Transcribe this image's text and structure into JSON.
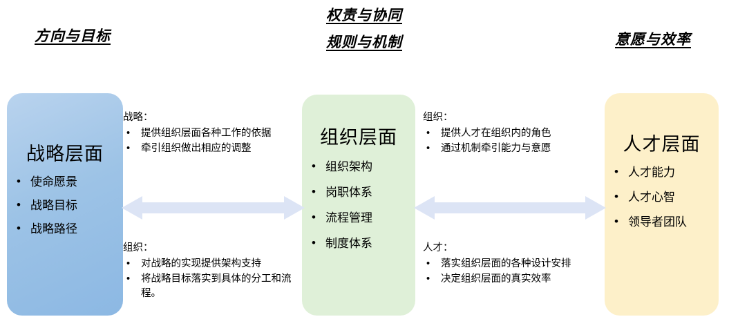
{
  "headers": {
    "left": "方向与目标",
    "middle_line1": "权责与协同",
    "middle_line2": "规则与机制",
    "right": "意愿与效率"
  },
  "pillars": [
    {
      "id": "strategy",
      "title": "战略层面",
      "color": "#9dc3e6",
      "items": [
        "使命愿景",
        "战略目标",
        "战略路径"
      ]
    },
    {
      "id": "organization",
      "title": "组织层面",
      "color": "#dff0d8",
      "items": [
        "组织架构",
        "岗职体系",
        "流程管理",
        "制度体系"
      ]
    },
    {
      "id": "talent",
      "title": "人才层面",
      "color": "#fdf0c9",
      "items": [
        "人才能力",
        "人才心智",
        "领导者团队"
      ]
    }
  ],
  "notes": {
    "top_left": {
      "heading": "战略：",
      "items": [
        "提供组织层面各种工作的依据",
        "牵引组织做出相应的调整"
      ]
    },
    "bottom_left": {
      "heading": "组织：",
      "items": [
        "对战略的实现提供架构支持",
        "将战略目标落实到具体的分工和流程。"
      ]
    },
    "top_right": {
      "heading": "组织：",
      "items": [
        "提供人才在组织内的角色",
        "通过机制牵引能力与意愿"
      ]
    },
    "bottom_right": {
      "heading": "人才：",
      "items": [
        "落实组织层面的各种设计安排",
        "决定组织层面的真实效率"
      ]
    }
  },
  "arrows": {
    "color": "#dce4f5",
    "left_label": "strategy-organization-link",
    "right_label": "organization-talent-link"
  }
}
